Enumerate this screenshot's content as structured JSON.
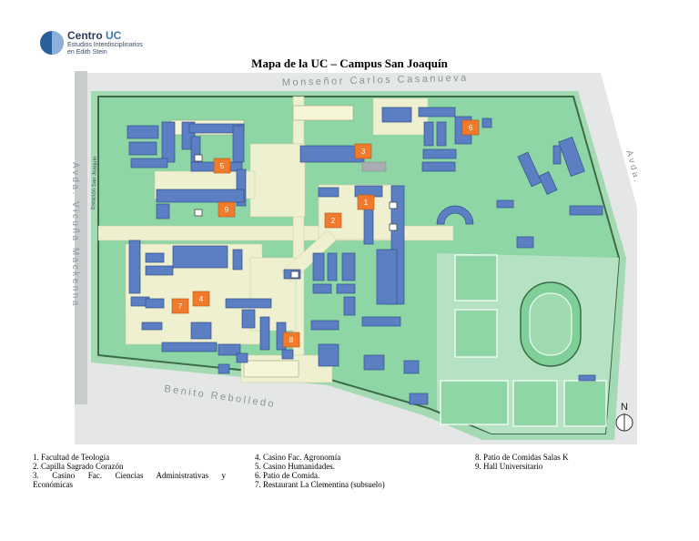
{
  "header": {
    "logo_name_a": "Centro",
    "logo_name_b": "UC",
    "logo_line1": "Estudios Interdisciplinarios",
    "logo_line2": "en Edith Stein",
    "title": "Mapa de la UC – Campus San Joaquín"
  },
  "streets": {
    "north": "Monseñor Carlos Casanueva",
    "west": "Avda. Vicuña Mackenna",
    "south": "Benito Rebolledo",
    "east": "Avda. Marathón",
    "metro": "Estación San Joaquín"
  },
  "compass": {
    "label": "N"
  },
  "markers": [
    {
      "n": "1"
    },
    {
      "n": "2"
    },
    {
      "n": "3"
    },
    {
      "n": "4"
    },
    {
      "n": "5"
    },
    {
      "n": "6"
    },
    {
      "n": "7"
    },
    {
      "n": "8"
    },
    {
      "n": "9"
    }
  ],
  "legend": {
    "col1": {
      "i1": "1. Facultad de Teología",
      "i2": "2. Capilla Sagrado Corazón",
      "i3a": "3. Casino Fac. Ciencias Administrativas y",
      "i3b": "Económicas"
    },
    "col2": {
      "i4": "4. Casino Fac. Agronomía",
      "i5": "5. Casino Humanidades.",
      "i6": "6. Patio de Comida.",
      "i7": "7. Restaurant La Clementina (subsuelo)"
    },
    "col3": {
      "i8": "8. Patio de Comidas Salas K",
      "i9": "9. Hall Universitario"
    }
  },
  "colors": {
    "campus": "#8fd6a6",
    "building": "#5b7fc2",
    "marker": "#f07b2c",
    "road": "#d9dddd",
    "path": "#eef0cf"
  }
}
